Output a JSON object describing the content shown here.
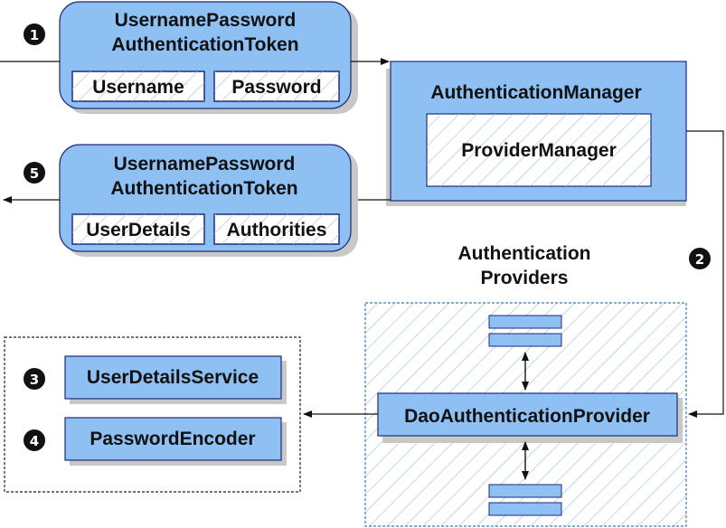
{
  "token_in": {
    "title_line1": "UsernamePassword",
    "title_line2": "AuthenticationToken",
    "field1": "Username",
    "field2": "Password"
  },
  "token_out": {
    "title_line1": "UsernamePassword",
    "title_line2": "AuthenticationToken",
    "field1": "UserDetails",
    "field2": "Authorities"
  },
  "manager": {
    "title": "AuthenticationManager",
    "inner": "ProviderManager"
  },
  "providers": {
    "title_line1": "Authentication",
    "title_line2": "Providers",
    "main": "DaoAuthenticationProvider"
  },
  "services": {
    "user_details": "UserDetailsService",
    "password_encoder": "PasswordEncoder"
  },
  "steps": {
    "s1": "1",
    "s2": "2",
    "s3": "3",
    "s4": "4",
    "s5": "5"
  },
  "colors": {
    "box_fill": "#8ec0f4",
    "box_stroke": "#1f2a7a",
    "shadow": "#c8c8c8",
    "hatch": "#a9c6e6"
  }
}
